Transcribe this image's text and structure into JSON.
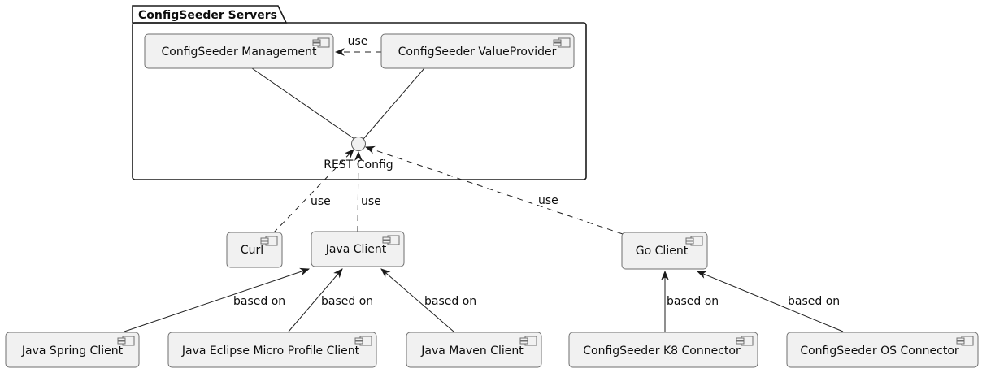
{
  "package": {
    "name": "ConfigSeeder Servers"
  },
  "interface": {
    "name": "REST Config"
  },
  "components": [
    {
      "id": "configseeder-management",
      "label": "ConfigSeeder Management"
    },
    {
      "id": "configseeder-valueprovider",
      "label": "ConfigSeeder ValueProvider"
    },
    {
      "id": "curl",
      "label": "Curl"
    },
    {
      "id": "java-client",
      "label": "Java Client"
    },
    {
      "id": "go-client",
      "label": "Go Client"
    },
    {
      "id": "java-spring-client",
      "label": "Java Spring Client"
    },
    {
      "id": "java-eclipse-micro-profile-client",
      "label": "Java Eclipse Micro Profile Client"
    },
    {
      "id": "java-maven-client",
      "label": "Java Maven Client"
    },
    {
      "id": "configseeder-k8-connector",
      "label": "ConfigSeeder K8 Connector"
    },
    {
      "id": "configseeder-os-connector",
      "label": "ConfigSeeder OS Connector"
    }
  ],
  "edges": [
    {
      "from": "ConfigSeeder ValueProvider",
      "to": "ConfigSeeder Management",
      "label": "use",
      "style": "dashed"
    },
    {
      "from": "ConfigSeeder Management",
      "to": "REST Config",
      "label": "",
      "style": "solid"
    },
    {
      "from": "ConfigSeeder ValueProvider",
      "to": "REST Config",
      "label": "",
      "style": "solid"
    },
    {
      "from": "Curl",
      "to": "REST Config",
      "label": "use",
      "style": "dashed"
    },
    {
      "from": "Java Client",
      "to": "REST Config",
      "label": "use",
      "style": "dashed"
    },
    {
      "from": "Go Client",
      "to": "REST Config",
      "label": "use",
      "style": "dashed"
    },
    {
      "from": "Java Spring Client",
      "to": "Java Client",
      "label": "based on",
      "style": "solid"
    },
    {
      "from": "Java Eclipse Micro Profile Client",
      "to": "Java Client",
      "label": "based on",
      "style": "solid"
    },
    {
      "from": "Java Maven Client",
      "to": "Java Client",
      "label": "based on",
      "style": "solid"
    },
    {
      "from": "ConfigSeeder K8 Connector",
      "to": "Go Client",
      "label": "based on",
      "style": "solid"
    },
    {
      "from": "ConfigSeeder OS Connector",
      "to": "Go Client",
      "label": "based on",
      "style": "solid"
    }
  ],
  "icons": {
    "component": "uml-component-icon"
  },
  "colors": {
    "box_fill": "#F1F1F1",
    "box_border": "#6e6e6e",
    "package_border": "#1a1a1a",
    "edge": "#1f1f1f",
    "text": "#0d0d0d",
    "background": "#FFFFFF"
  }
}
